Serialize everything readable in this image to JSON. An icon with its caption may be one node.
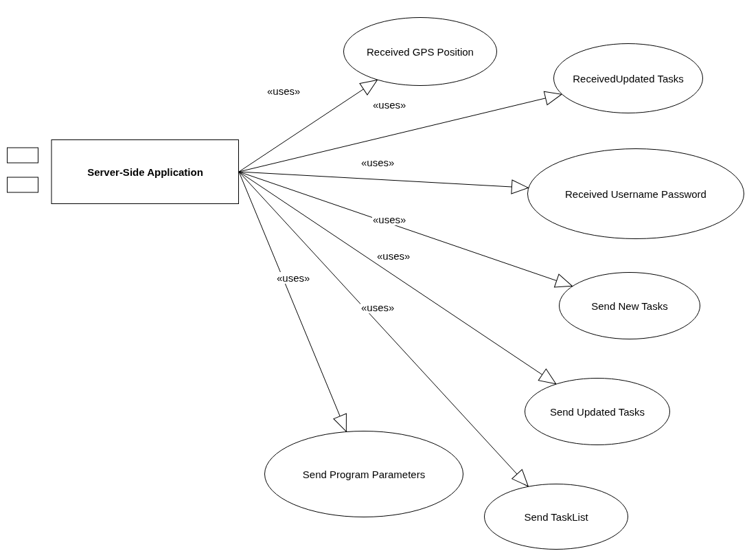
{
  "diagram": {
    "nodes": [
      {
        "text": [
          "Server-Side Application"
        ]
      },
      {
        "text": [
          "Received GPS Position"
        ]
      },
      {
        "text": [
          "ReceivedUpdated Tasks"
        ]
      },
      {
        "text": [
          "Received Username Password"
        ]
      },
      {
        "text": [
          "Send New Tasks"
        ]
      },
      {
        "text": [
          "Send Updated Tasks"
        ]
      },
      {
        "text": [
          "Send Program Parameters"
        ]
      },
      {
        "text": [
          "Send TaskList"
        ]
      }
    ],
    "edges": [
      {
        "from": 0,
        "to": 1,
        "arrow": "to",
        "label": "«uses»"
      },
      {
        "from": 0,
        "to": 2,
        "arrow": "to",
        "label": "«uses»"
      },
      {
        "from": 0,
        "to": 3,
        "arrow": "to",
        "label": "«uses»"
      },
      {
        "from": 0,
        "to": 4,
        "arrow": "to",
        "label": "«uses»"
      },
      {
        "from": 0,
        "to": 5,
        "arrow": "to",
        "label": "«uses»"
      },
      {
        "from": 0,
        "to": 6,
        "arrow": "to",
        "label": "«uses»"
      },
      {
        "from": 0,
        "to": 7,
        "arrow": "to",
        "label": "«uses»"
      }
    ]
  }
}
